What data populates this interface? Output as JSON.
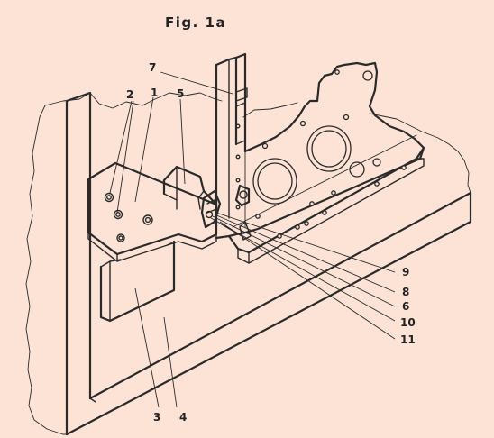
{
  "figure": {
    "title": "Fig. 1a",
    "reference_numerals": [
      "7",
      "2",
      "1",
      "5",
      "9",
      "8",
      "6",
      "10",
      "11",
      "3",
      "4"
    ]
  },
  "colors": {
    "background": "#fce3d6",
    "ink": "#2a2a2a"
  }
}
